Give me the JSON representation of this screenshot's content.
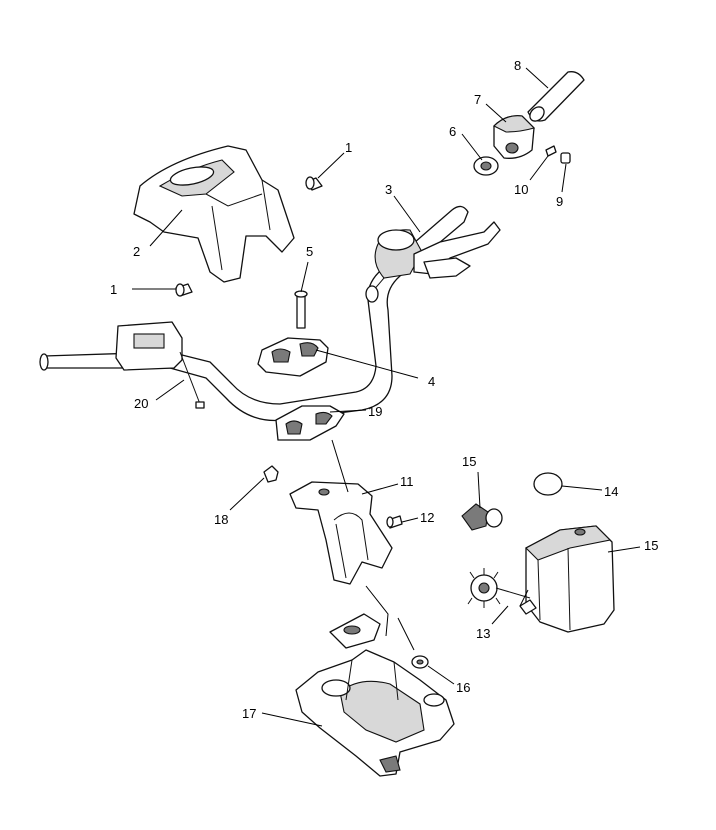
{
  "diagram": {
    "callouts": [
      {
        "id": "c1a",
        "text": "1"
      },
      {
        "id": "c1b",
        "text": "1"
      },
      {
        "id": "c2",
        "text": "2"
      },
      {
        "id": "c3",
        "text": "3"
      },
      {
        "id": "c4",
        "text": "4"
      },
      {
        "id": "c5",
        "text": "5"
      },
      {
        "id": "c6",
        "text": "6"
      },
      {
        "id": "c7",
        "text": "7"
      },
      {
        "id": "c8",
        "text": "8"
      },
      {
        "id": "c9",
        "text": "9"
      },
      {
        "id": "c10",
        "text": "10"
      },
      {
        "id": "c11",
        "text": "11"
      },
      {
        "id": "c12",
        "text": "12"
      },
      {
        "id": "c13",
        "text": "13"
      },
      {
        "id": "c14",
        "text": "14"
      },
      {
        "id": "c15a",
        "text": "15"
      },
      {
        "id": "c15b",
        "text": "15"
      },
      {
        "id": "c16",
        "text": "16"
      },
      {
        "id": "c17",
        "text": "17"
      },
      {
        "id": "c18",
        "text": "18"
      },
      {
        "id": "c19",
        "text": "19"
      },
      {
        "id": "c20",
        "text": "20"
      }
    ]
  }
}
